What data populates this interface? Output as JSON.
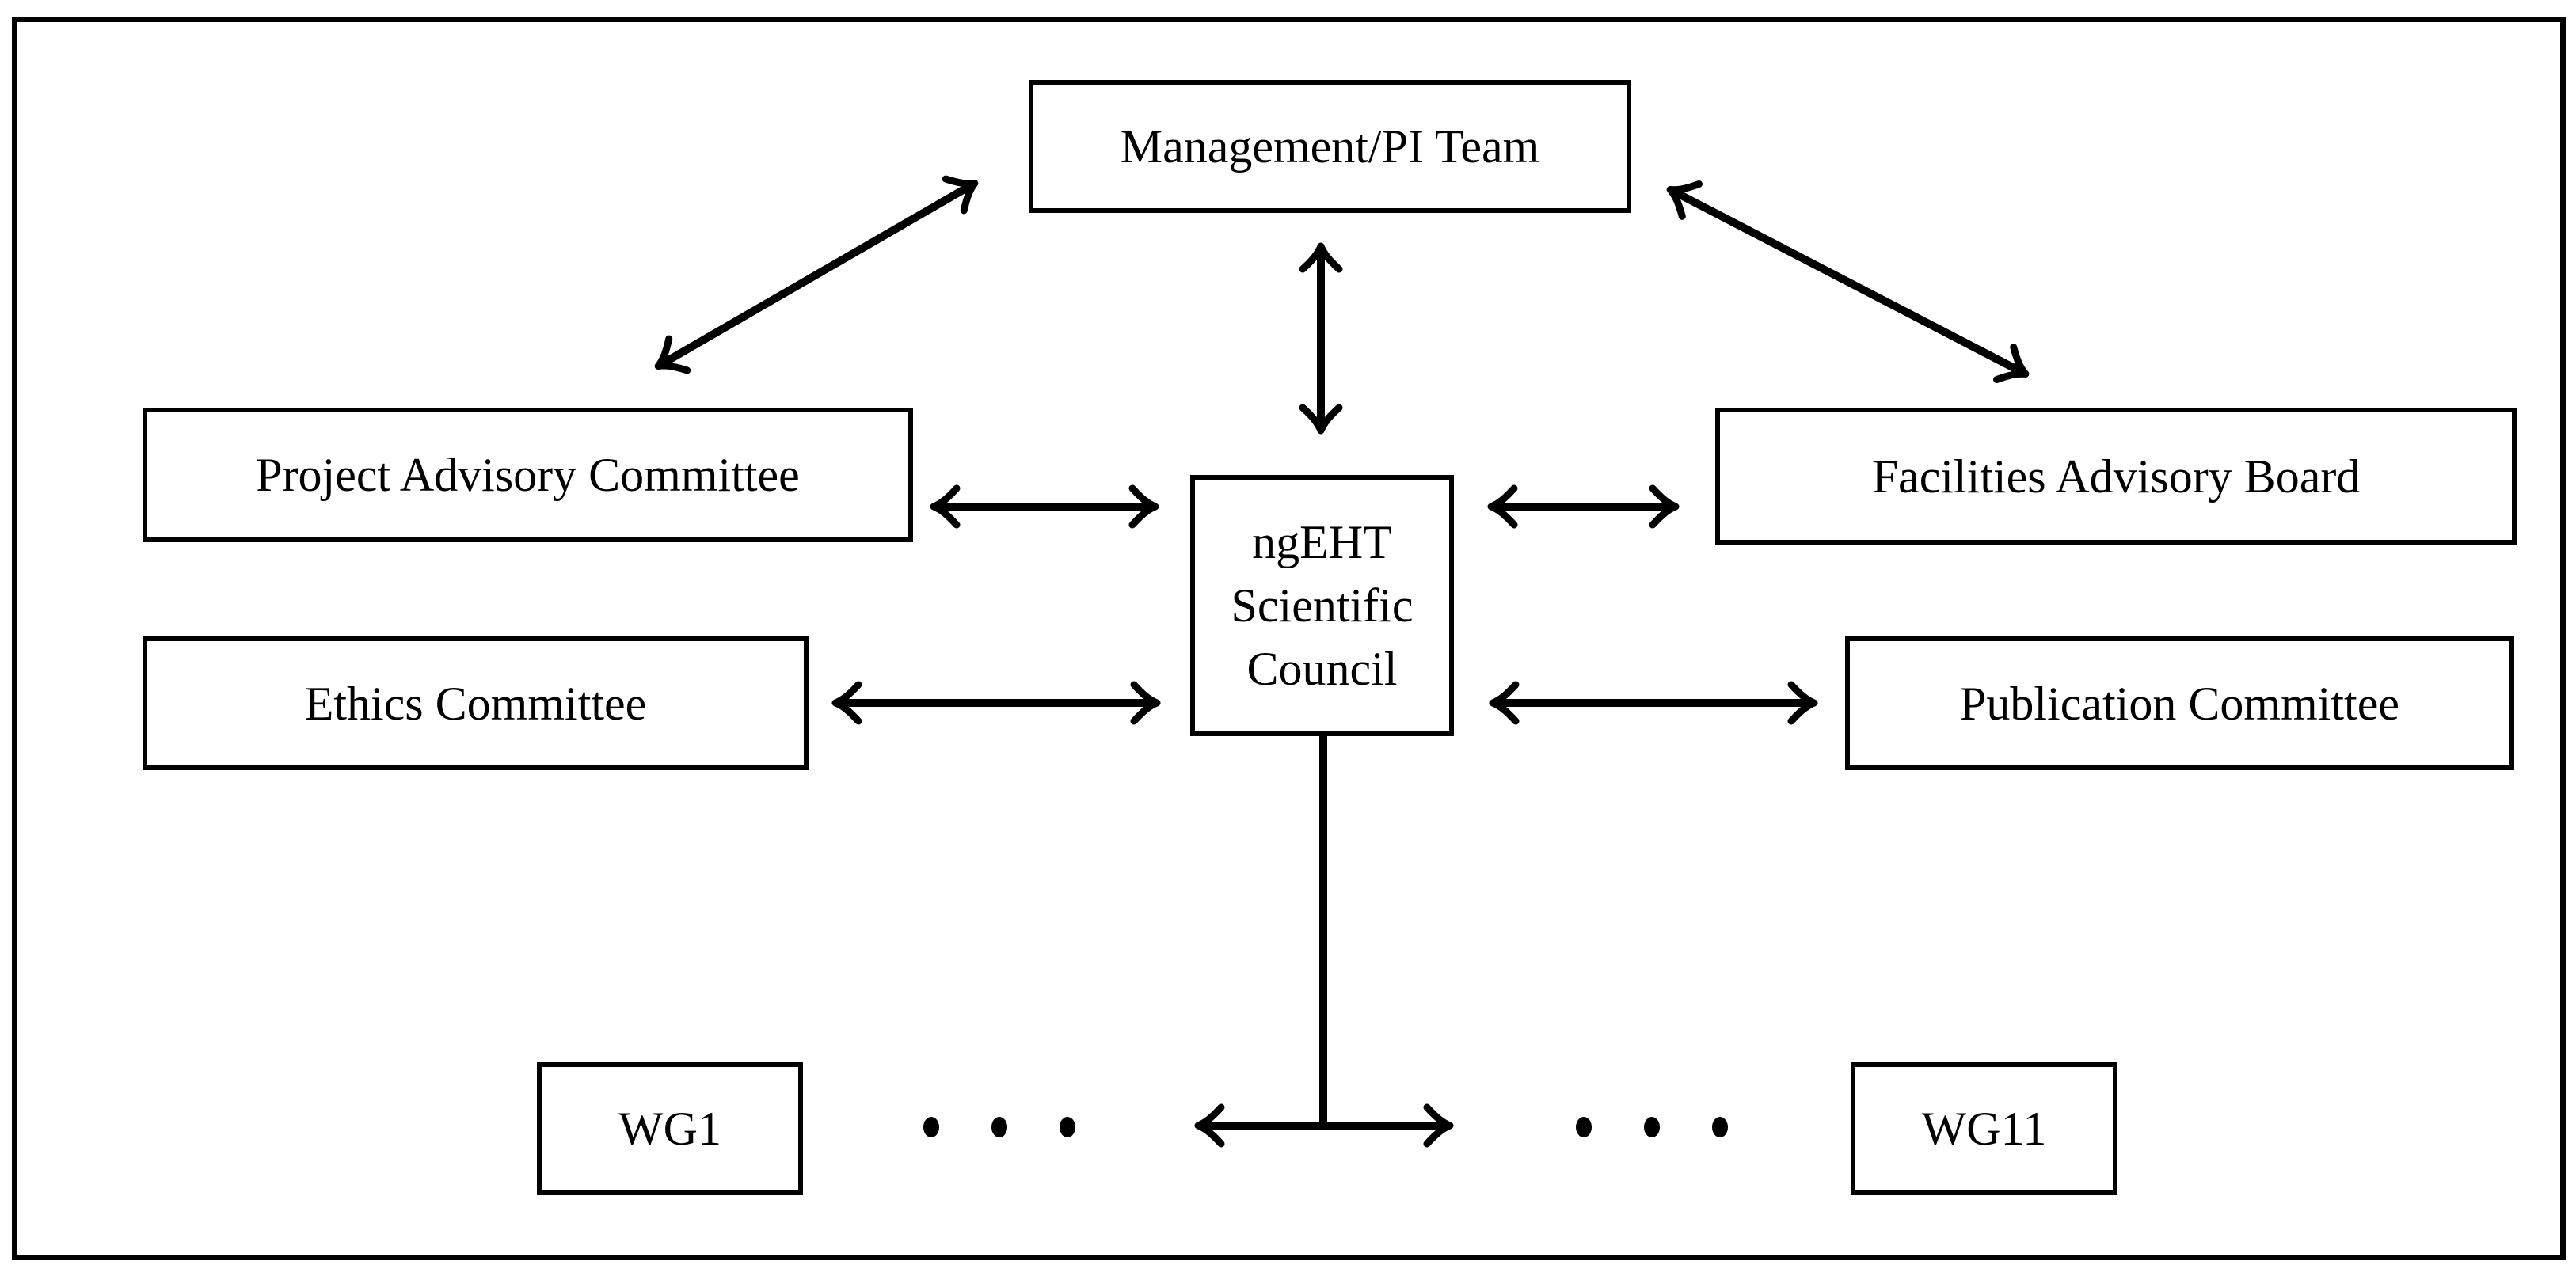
{
  "figure": {
    "type": "organization-diagram",
    "background_color": "#ffffff",
    "line_color": "#000000",
    "nodes": {
      "management": {
        "label": "Management/PI Team"
      },
      "project_advisory": {
        "label": "Project Advisory Committee"
      },
      "facilities_advisory": {
        "label": "Facilities Advisory Board"
      },
      "ethics": {
        "label": "Ethics Committee"
      },
      "publication": {
        "label": "Publication Committee"
      },
      "council": {
        "lines": [
          "ngEHT",
          "Scientific",
          "Council"
        ]
      },
      "wg_first": {
        "label": "WG1"
      },
      "wg_last": {
        "label": "WG11"
      }
    },
    "ellipsis": {
      "symbol": "•",
      "count_per_side": 3
    },
    "edges": [
      {
        "from": "management",
        "to": "project_advisory",
        "style": "double-arrow-diagonal"
      },
      {
        "from": "management",
        "to": "council",
        "style": "double-arrow-vertical"
      },
      {
        "from": "management",
        "to": "facilities_advisory",
        "style": "double-arrow-diagonal"
      },
      {
        "from": "project_advisory",
        "to": "council",
        "style": "double-arrow-horizontal"
      },
      {
        "from": "ethics",
        "to": "council",
        "style": "double-arrow-horizontal"
      },
      {
        "from": "council",
        "to": "facilities_advisory",
        "style": "double-arrow-horizontal"
      },
      {
        "from": "council",
        "to": "publication",
        "style": "double-arrow-horizontal"
      },
      {
        "from": "council",
        "to": "working-groups",
        "style": "tee-with-double-arrow"
      }
    ]
  }
}
